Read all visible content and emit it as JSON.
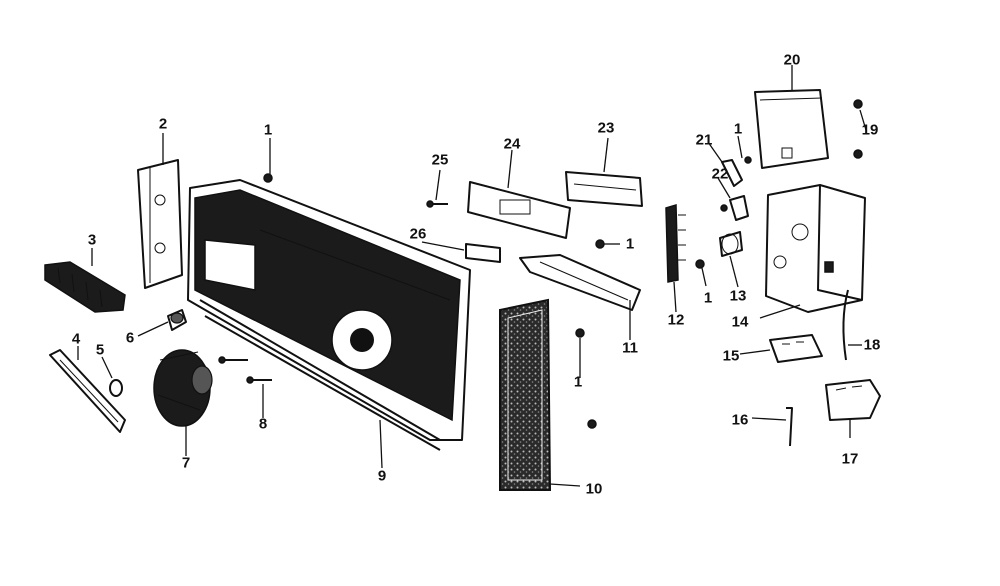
{
  "diagram": {
    "callouts": {
      "c1a": "1",
      "c1b": "1",
      "c1c": "1",
      "c1d": "1",
      "c1e": "1",
      "c2": "2",
      "c3": "3",
      "c4": "4",
      "c5": "5",
      "c6": "6",
      "c7": "7",
      "c8": "8",
      "c9": "9",
      "c10": "10",
      "c11": "11",
      "c12": "12",
      "c13": "13",
      "c14": "14",
      "c15": "15",
      "c16": "16",
      "c17": "17",
      "c18": "18",
      "c19": "19",
      "c20": "20",
      "c21": "21",
      "c22": "22",
      "c23": "23",
      "c24": "24",
      "c25": "25",
      "c26": "26"
    },
    "colors": {
      "ink": "#111111",
      "paper": "#ffffff",
      "fill_dark": "#1b1b1b"
    }
  }
}
